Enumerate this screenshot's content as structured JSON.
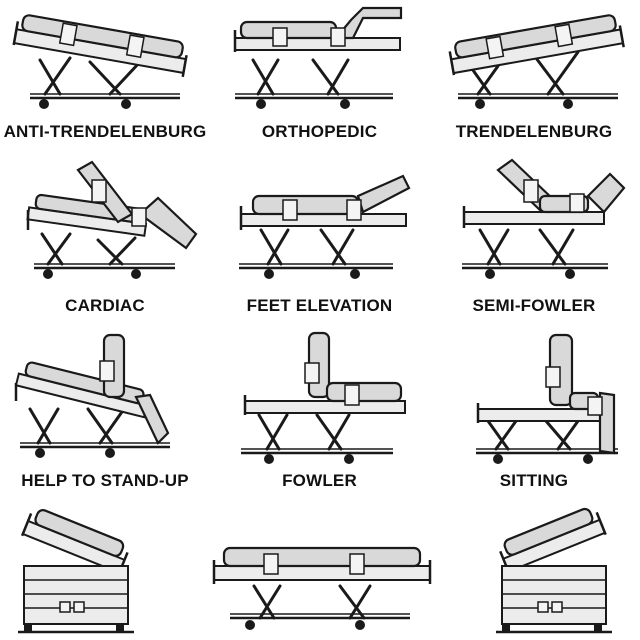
{
  "positions": [
    {
      "label": "ANTI-TRENDELENBURG",
      "icon": "anti-trendelenburg-bed-icon"
    },
    {
      "label": "ORTHOPEDIC",
      "icon": "orthopedic-bed-icon"
    },
    {
      "label": "TRENDELENBURG",
      "icon": "trendelenburg-bed-icon"
    },
    {
      "label": "CARDIAC",
      "icon": "cardiac-chair-bed-icon"
    },
    {
      "label": "FEET ELEVATION",
      "icon": "feet-elevation-bed-icon"
    },
    {
      "label": "SEMI-FOWLER",
      "icon": "semi-fowler-bed-icon"
    },
    {
      "label": "HELP TO STAND-UP",
      "icon": "help-to-stand-up-bed-icon"
    },
    {
      "label": "FOWLER",
      "icon": "fowler-bed-icon"
    },
    {
      "label": "SITTING",
      "icon": "sitting-bed-icon"
    }
  ],
  "bottom_row": [
    {
      "icon": "lateral-tilt-left-bed-icon"
    },
    {
      "icon": "bed-side-view-icon"
    },
    {
      "icon": "lateral-tilt-right-bed-icon"
    }
  ]
}
